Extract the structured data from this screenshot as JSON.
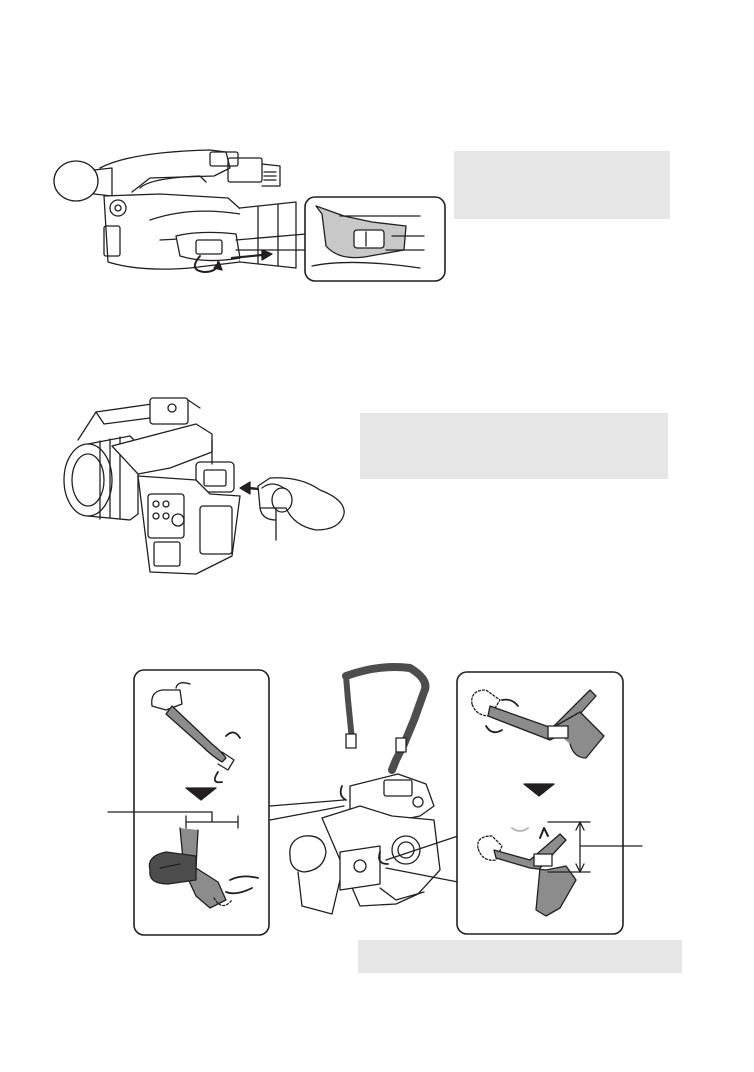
{
  "page": {
    "background": "#ffffff",
    "note_box_color": "#e6e6e6",
    "line_color": "#231f20",
    "strap_fill": "#8c8c8c",
    "strap_dark": "#4d4d4d"
  },
  "illustrations": [
    {
      "id": "grip-belt-adjustment",
      "icons": [
        "camcorder-side-icon",
        "grip-belt-inset-icon",
        "rotate-arrow-icon",
        "pull-arrow-icon"
      ]
    },
    {
      "id": "eyecup-attachment",
      "icons": [
        "camcorder-rear-icon",
        "eyecup-icon",
        "push-arrow-icon"
      ]
    },
    {
      "id": "shoulder-strap-attachment",
      "icons": [
        "strap-loop-left-icon",
        "shoulder-strap-icon",
        "camcorder-top-icon",
        "strap-loop-right-icon",
        "down-triangle-icon"
      ]
    }
  ]
}
